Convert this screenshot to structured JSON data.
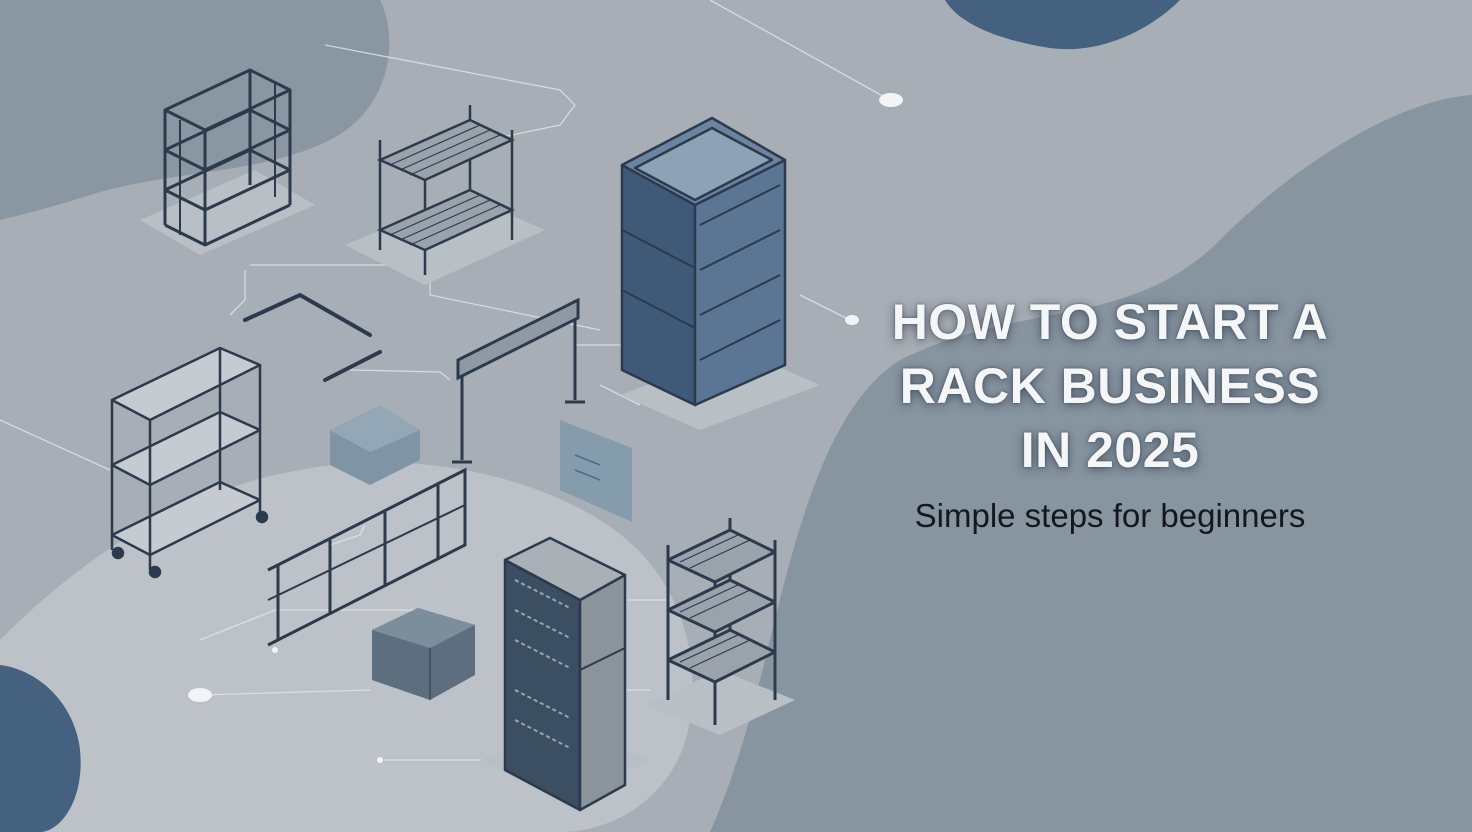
{
  "headline": {
    "lines": [
      "HOW TO START A",
      "RACK BUSINESS",
      "IN 2025"
    ],
    "subtitle": "Simple steps for beginners"
  },
  "palette": {
    "background": "#a7aeb5",
    "blob_dark": "#44617f",
    "blob_mid": "#8a97a3",
    "blob_light": "#bcc2c7",
    "line_art": "#2c3a4d",
    "cabinet_blue": "#3f5a79",
    "title_text": "#f4f6f8",
    "subtitle_text": "#14181d"
  },
  "illustrations": [
    "wire-shelf-icon",
    "mesh-cart-icon",
    "storage-cabinet-icon",
    "bracket-icon",
    "hanging-rail-icon",
    "rolling-cart-icon",
    "storage-box-icon",
    "panel-icon",
    "ladder-rack-icon",
    "server-rack-icon",
    "tier-rack-icon",
    "crate-icon"
  ]
}
